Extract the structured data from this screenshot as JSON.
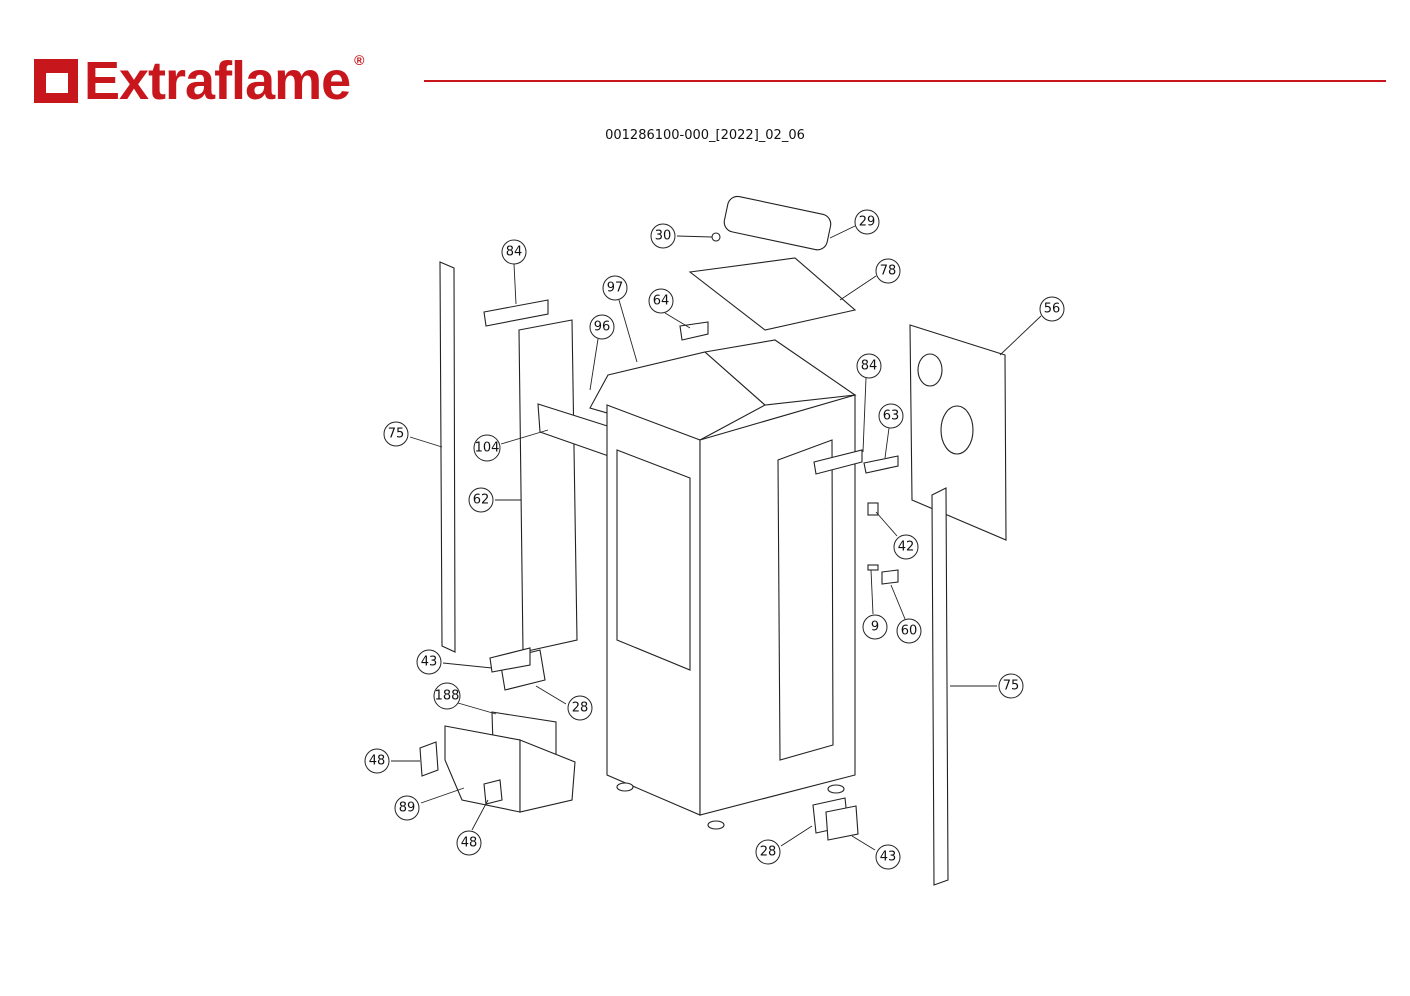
{
  "header": {
    "brand": "Extraflame",
    "registered": "®",
    "document_code": "001286100-000_[2022]_02_06"
  },
  "callouts": [
    "84",
    "30",
    "29",
    "78",
    "97",
    "64",
    "96",
    "56",
    "84",
    "63",
    "75",
    "104",
    "62",
    "42",
    "9",
    "60",
    "75",
    "43",
    "188",
    "28",
    "48",
    "89",
    "48",
    "28",
    "43"
  ],
  "colors": {
    "brand_red": "#c8161d"
  }
}
